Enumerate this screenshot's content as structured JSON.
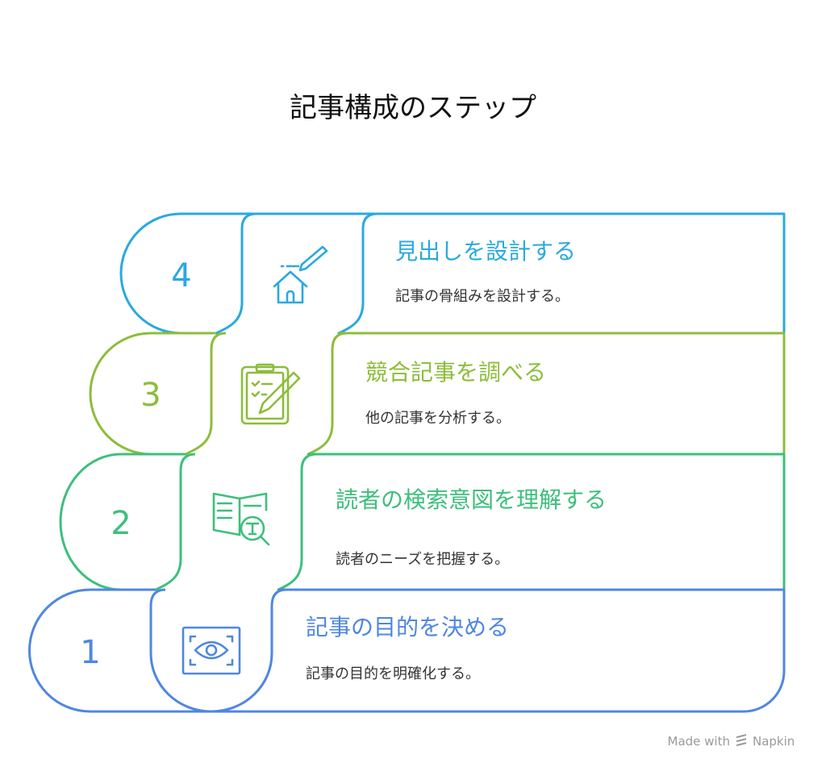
{
  "title": "記事構成のステップ",
  "colors": {
    "step4": "#2AA9DF",
    "step3": "#8CBD3A",
    "step2": "#3DBF7C",
    "step1": "#4F87E0"
  },
  "steps": [
    {
      "number": "1",
      "title": "記事の目的を決める",
      "description": "記事の目的を明確化する。",
      "icon": "eye-scan-icon"
    },
    {
      "number": "2",
      "title": "読者の検索意図を理解する",
      "description": "読者のニーズを把握する。",
      "icon": "book-search-icon"
    },
    {
      "number": "3",
      "title": "競合記事を調べる",
      "description": "他の記事を分析する。",
      "icon": "clipboard-pencil-icon"
    },
    {
      "number": "4",
      "title": "見出しを設計する",
      "description": "記事の骨組みを設計する。",
      "icon": "house-pencil-icon"
    }
  ],
  "footer": {
    "made_with": "Made with",
    "brand": "Napkin"
  }
}
